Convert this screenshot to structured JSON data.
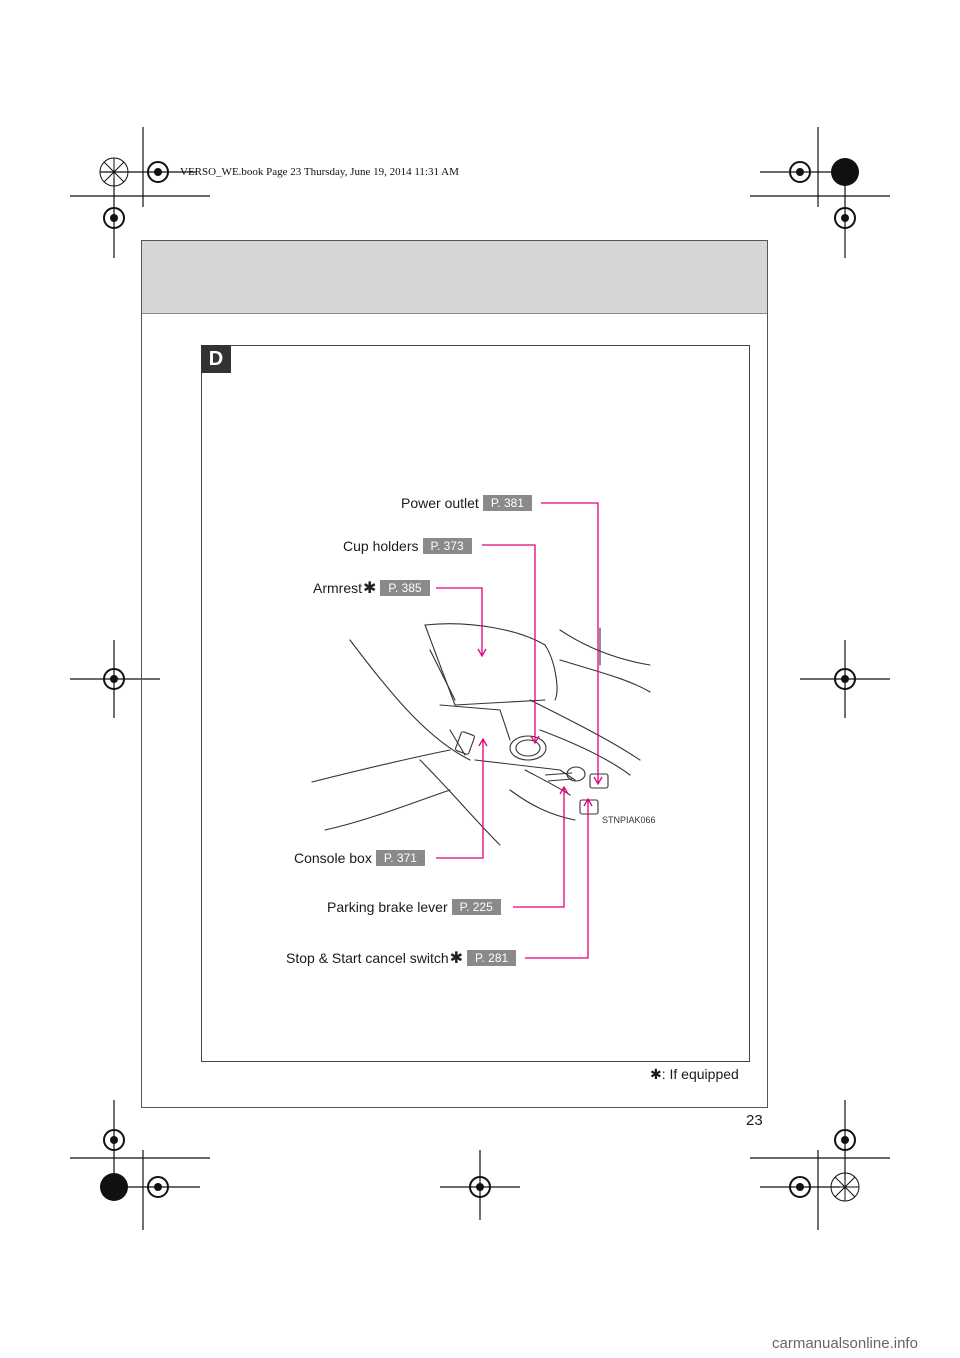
{
  "print_header": "VERSO_WE.book  Page 23  Thursday, June 19, 2014  11:31 AM",
  "section_letter": "D",
  "callouts": {
    "power_outlet": {
      "label": "Power outlet",
      "ref": "P. 381",
      "starred": false
    },
    "cup_holders": {
      "label": "Cup holders",
      "ref": "P. 373",
      "starred": false
    },
    "armrest": {
      "label": "Armrest",
      "ref": "P. 385",
      "starred": true
    },
    "console_box": {
      "label": "Console box",
      "ref": "P. 371",
      "starred": false
    },
    "parking_brake": {
      "label": "Parking brake lever",
      "ref": "P. 225",
      "starred": false
    },
    "stop_start": {
      "label": "Stop & Start cancel switch",
      "ref": "P. 281",
      "starred": true
    }
  },
  "star_symbol": "✱",
  "illustration_code": "STNPIAK066",
  "footnote": {
    "symbol": "✱",
    "text": ": If equipped"
  },
  "page_number": "23",
  "watermark": "carmanualsonline.info",
  "colors": {
    "leader_line": "#e2007a",
    "ref_badge": "#8a8a8a",
    "header_band": "#d6d6d6"
  }
}
